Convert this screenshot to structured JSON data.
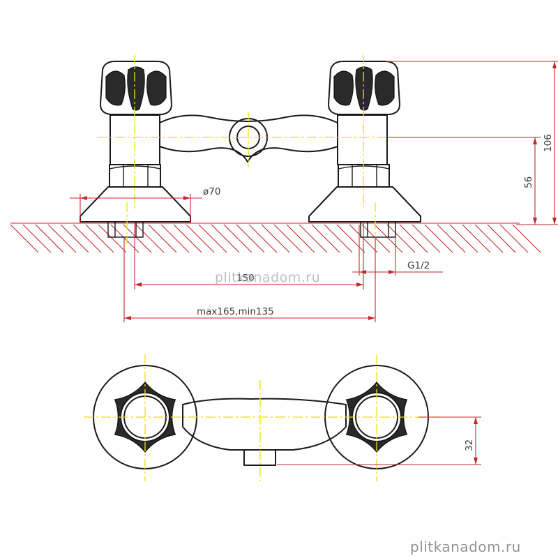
{
  "dimensions": {
    "diameter": "ø70",
    "pipe_thread": "G1/2",
    "centre_distance": "150",
    "range": "max165,min135",
    "total_height": "106",
    "axis_height": "56",
    "depth": "32"
  },
  "watermarks": {
    "center": "plitkanadom.ru",
    "footer": "plitkanadom.ru"
  },
  "colors": {
    "outline": "#1a1a1a",
    "dimension_lines": "#c8262a",
    "center_lines": "#f2e100",
    "watermark": "#aaaaaa"
  }
}
